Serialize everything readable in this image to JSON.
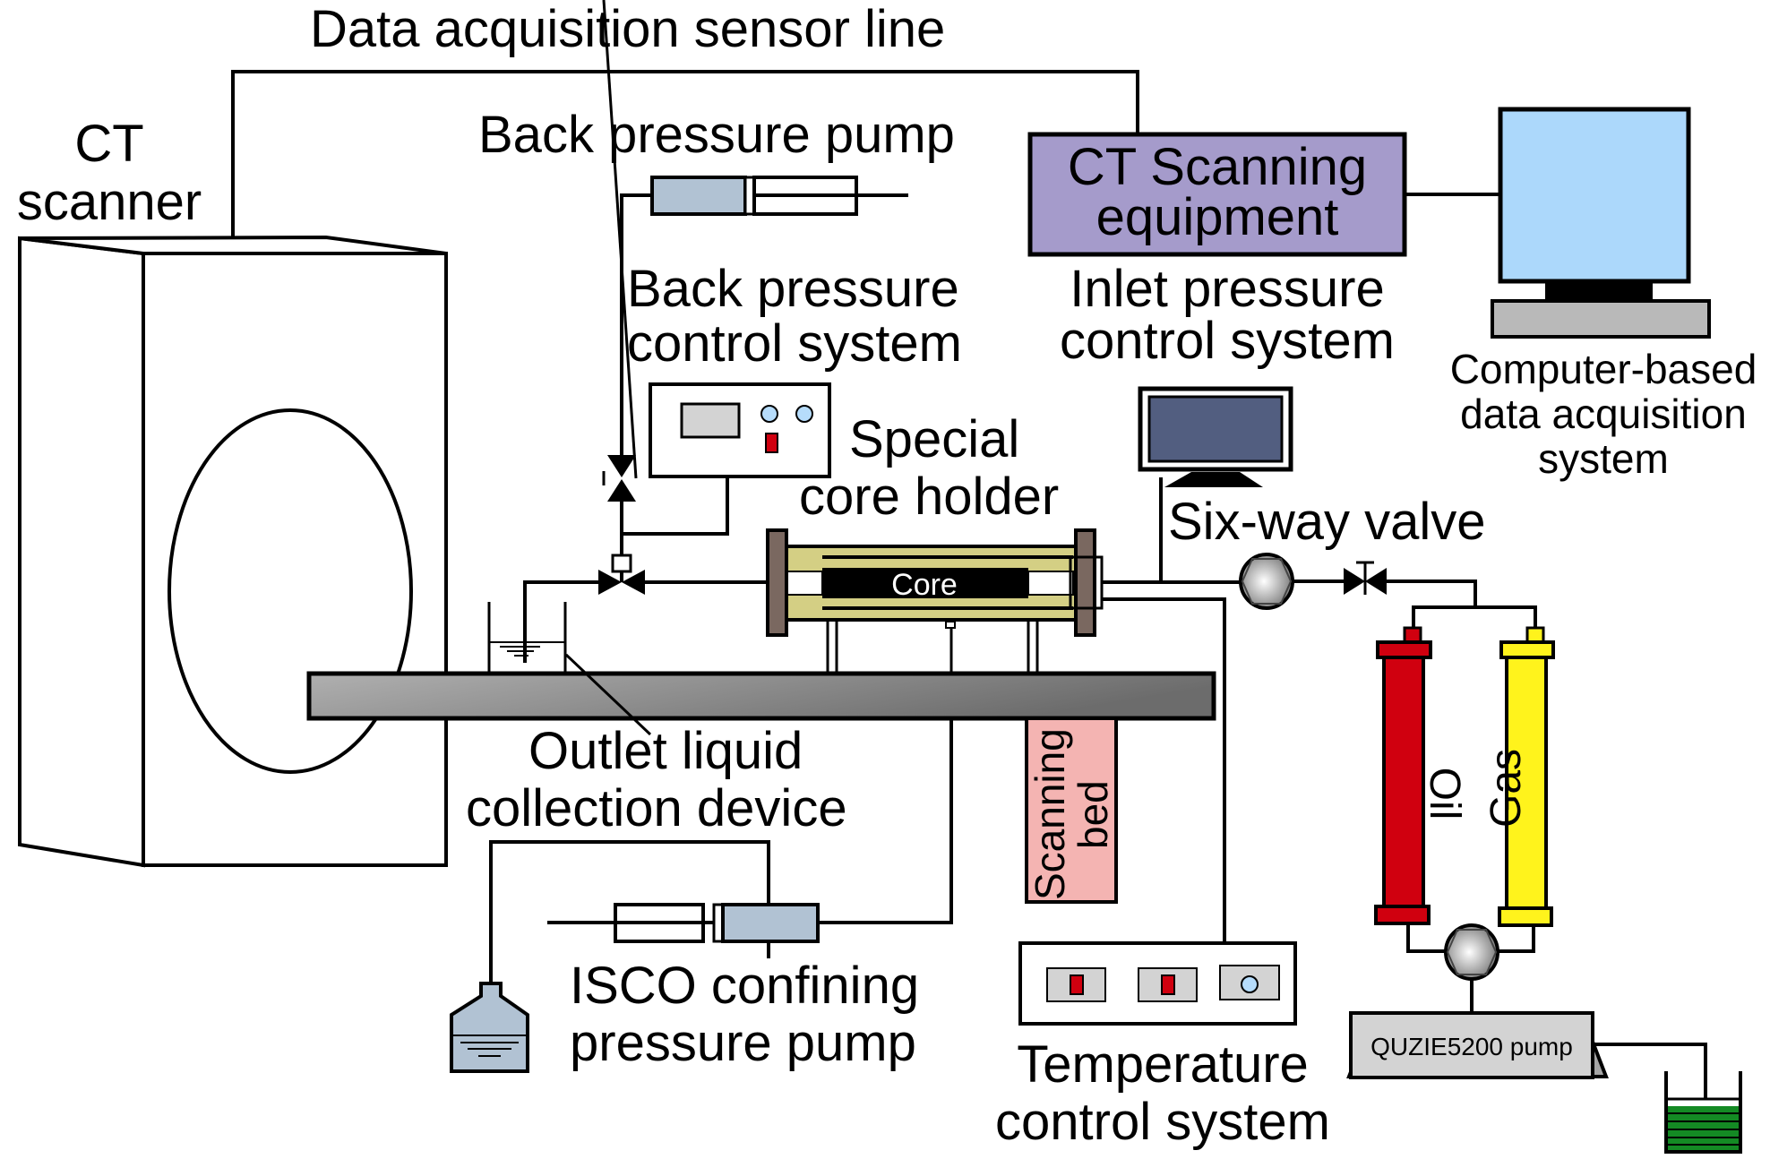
{
  "title": "CT scanning core flooding experimental setup",
  "labels": {
    "data_line": "Data acquisition sensor line",
    "ct_scanner_1": "CT",
    "ct_scanner_2": "scanner",
    "back_pump": "Back pressure pump",
    "ct_equipment_1": "CT Scanning",
    "ct_equipment_2": "equipment",
    "back_control_1": "Back pressure",
    "back_control_2": "control system",
    "inlet_control_1": "Inlet pressure",
    "inlet_control_2": "control system",
    "computer_1": "Computer-based",
    "computer_2": "data acquisition",
    "computer_3": "system",
    "core_holder_1": "Special",
    "core_holder_2": "core holder",
    "core": "Core",
    "six_way": "Six-way valve",
    "outlet_1": "Outlet liquid",
    "outlet_2": "collection device",
    "scan_bed_1": "Scanning",
    "scan_bed_2": "bed",
    "oil": "Oil",
    "gas": "Gas",
    "isco_1": "ISCO confining",
    "isco_2": "pressure pump",
    "temp_1": "Temperature",
    "temp_2": "control system",
    "quzie_pump": "QUZIE5200 pump"
  },
  "colors": {
    "ct_equipment": "#a59bcb",
    "monitor_screen": "#acd8fb",
    "monitor_dark": "#525e80",
    "pump_cylinder": "#b1c2d3",
    "holder_flange": "#7a6860",
    "holder_body": "#d4cf84",
    "oil_tank": "#d0000f",
    "gas_tank": "#fff31c",
    "scan_bed": "#f4b4b2",
    "indicator_red": "#d0000f",
    "indicator_blue": "#b6dcfb",
    "panel_gray": "#d3d3d3",
    "waste_liquid": "#148a24"
  }
}
